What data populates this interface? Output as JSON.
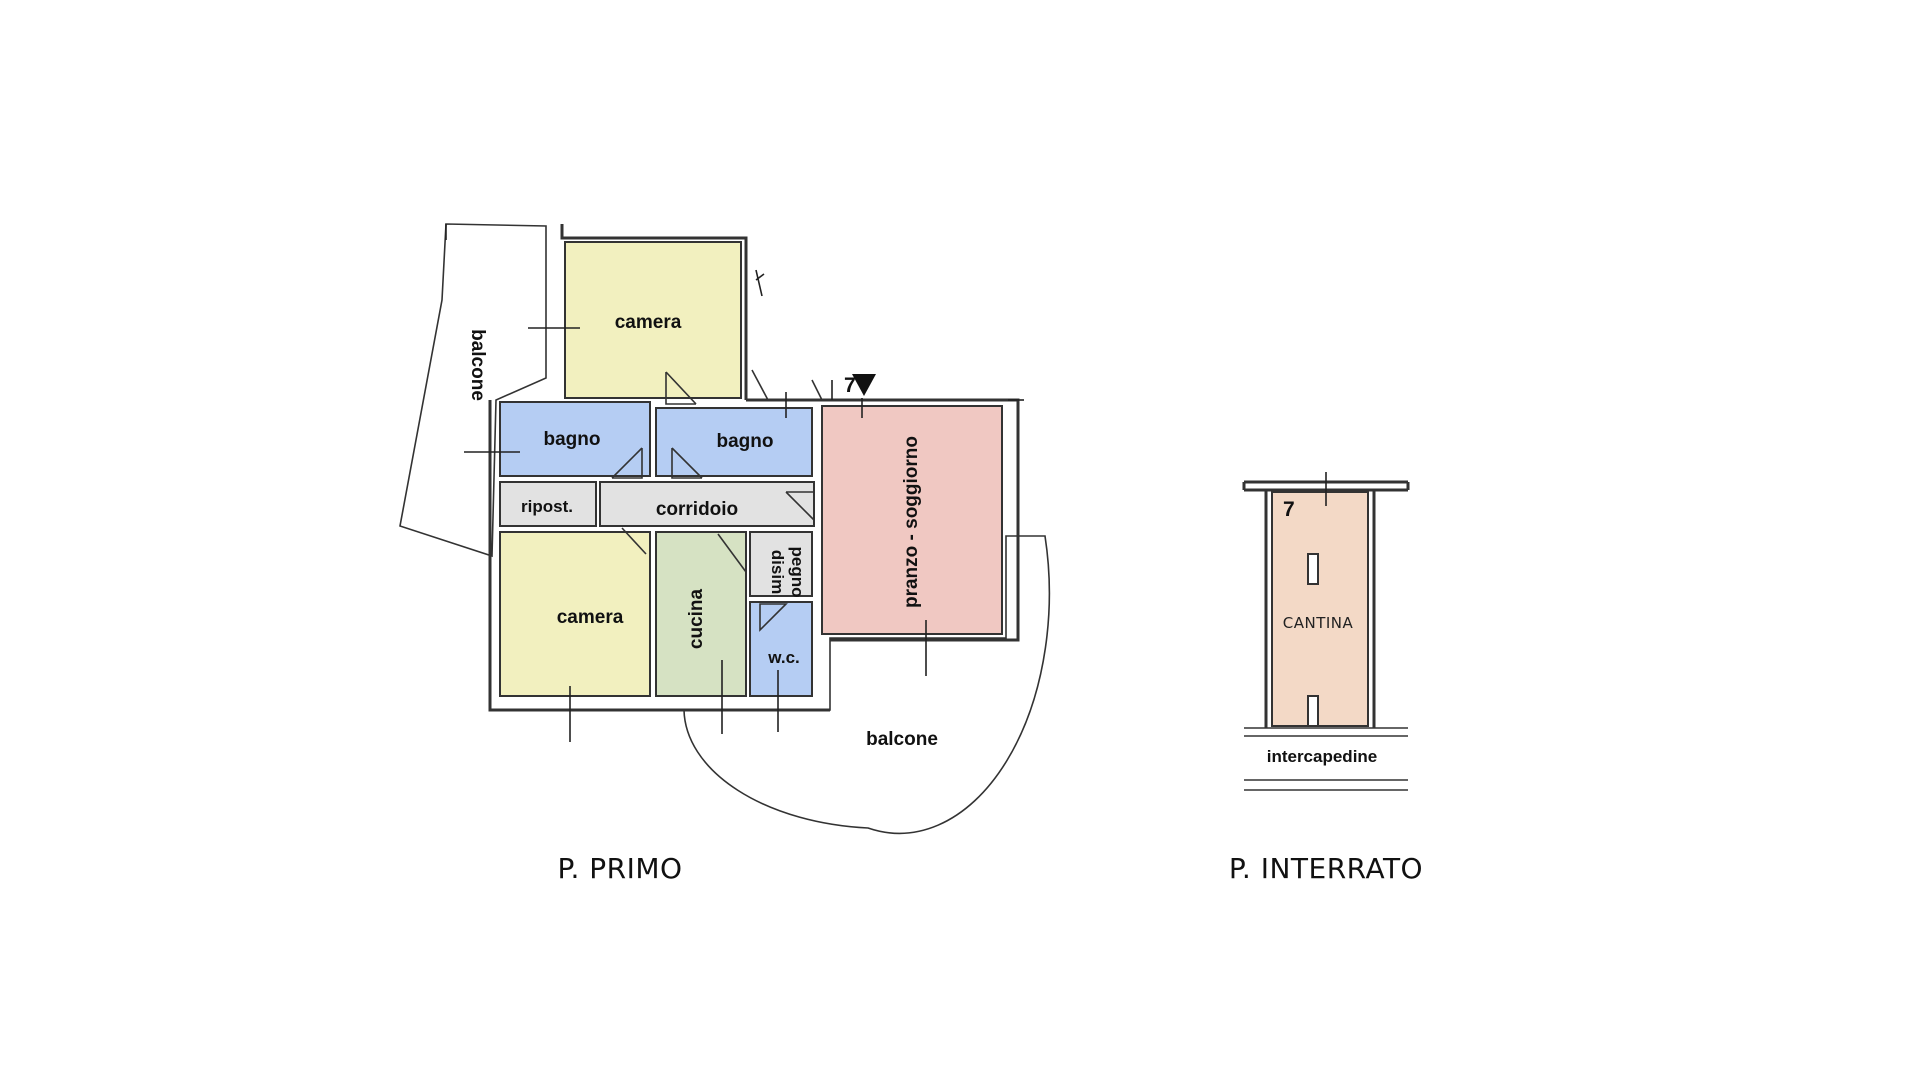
{
  "floors": {
    "first": {
      "title": "P. PRIMO",
      "rooms": {
        "camera_top": "camera",
        "camera_bottom": "camera",
        "bagno_left": "bagno",
        "bagno_right": "bagno",
        "ripostiglio": "ripost.",
        "corridoio": "corridoio",
        "cucina": "cucina",
        "disimpegno_a": "disim",
        "disimpegno_b": "pegno",
        "wc": "w.c.",
        "pranzo_soggiorno": "pranzo - soggiorno",
        "balcone_left": "balcone",
        "balcone_bottom": "balcone"
      },
      "unit_marker": "7"
    },
    "basement": {
      "title": "P. INTERRATO",
      "rooms": {
        "cantina": "CANTINA",
        "intercapedine": "intercapedine"
      },
      "unit_marker": "7"
    }
  },
  "colors": {
    "camera": "#f2f0bf",
    "bagno": "#b5cdf3",
    "corridoio": "#e2e2e2",
    "cucina": "#d6e2c3",
    "soggiorno": "#f0c8c2",
    "balcone": "#f6efe6",
    "cantina": "#f3d9c6",
    "wall": "#333333"
  }
}
